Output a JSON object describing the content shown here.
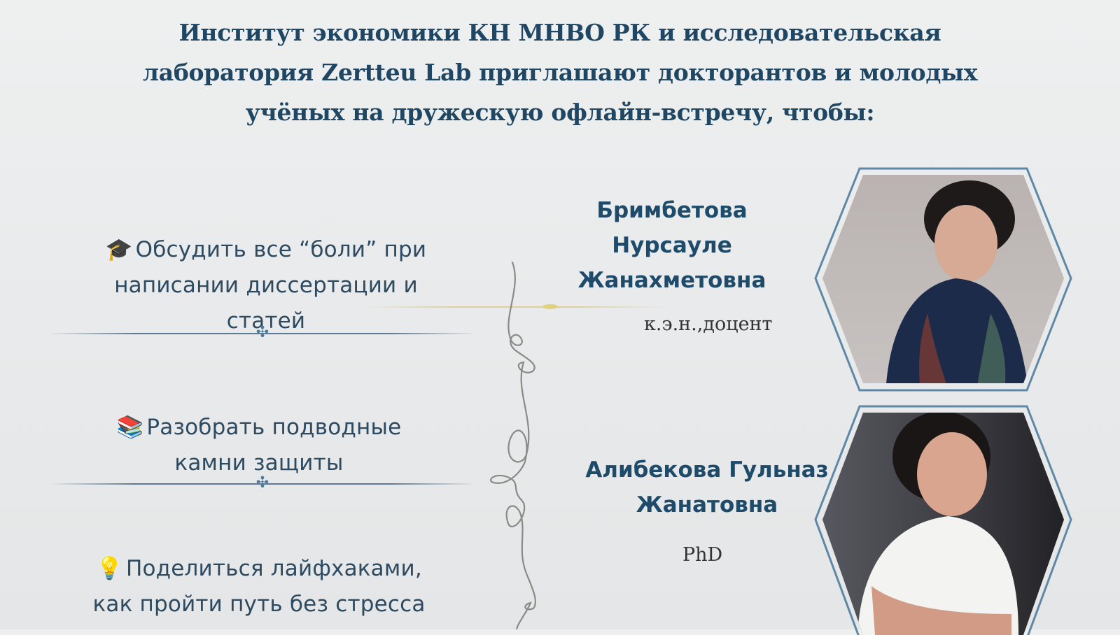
{
  "headline": {
    "lines": [
      "Институт экономики КН МНВО РК и исследовательская",
      "лаборатория Zertteu Lab приглашают докторантов и молодых",
      "учёных на дружескую офлайн-встречу, чтобы:"
    ]
  },
  "goals": [
    {
      "icon": "graduation-cap-icon",
      "icon_glyph": "🎓",
      "lines": [
        "Обсудить все “боли” при",
        "написании диссертации и",
        "статей"
      ]
    },
    {
      "icon": "books-icon",
      "icon_glyph": "📚",
      "lines": [
        "Разобрать подводные",
        "камни защиты"
      ]
    },
    {
      "icon": "light-bulb-icon",
      "icon_glyph": "💡",
      "lines": [
        "Поделиться лайфхаками,",
        "как пройти путь без стресса"
      ]
    }
  ],
  "divider_ornament": "✣",
  "speakers": [
    {
      "name_lines": [
        "Бримбетова",
        "Нурсауле",
        "Жанахметовна"
      ],
      "title": "к.э.н.,доцент",
      "photo_alt": "Бримбетова Нурсауле Жанахметовна"
    },
    {
      "name_lines": [
        "Алибекова Гульназ",
        "Жанатовна"
      ],
      "title": "PhD",
      "photo_alt": "Алибекова Гульназ Жанатовна"
    }
  ],
  "colors": {
    "heading": "#1f4662",
    "body_text": "#2d4a60",
    "speaker_name": "#1f4b6a",
    "hex_frame": "#5f88a6",
    "gold_accent": "#ddd09a",
    "background": "#eceeef"
  }
}
